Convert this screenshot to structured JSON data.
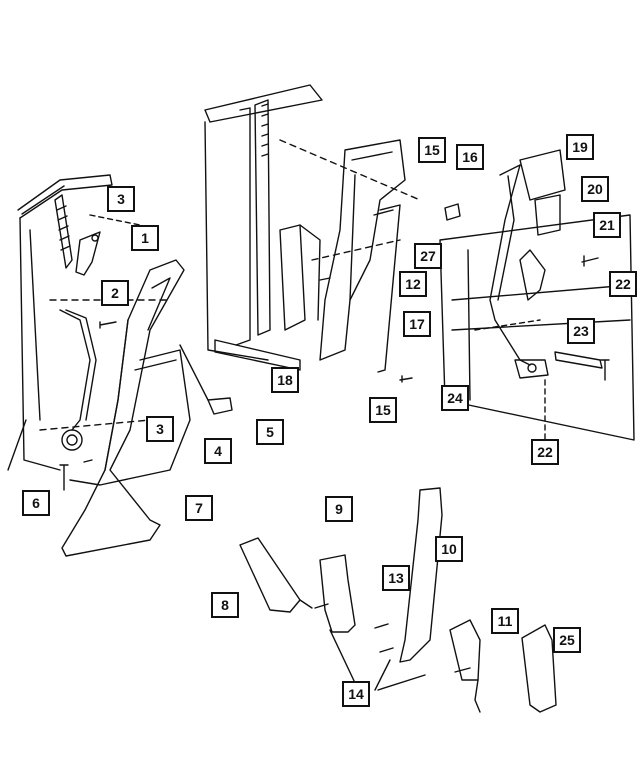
{
  "diagram": {
    "callouts": [
      {
        "id": "c1",
        "label": "1"
      },
      {
        "id": "c2",
        "label": "2"
      },
      {
        "id": "c3a",
        "label": "3"
      },
      {
        "id": "c3b",
        "label": "3"
      },
      {
        "id": "c4",
        "label": "4"
      },
      {
        "id": "c5",
        "label": "5"
      },
      {
        "id": "c6",
        "label": "6"
      },
      {
        "id": "c7",
        "label": "7"
      },
      {
        "id": "c8",
        "label": "8"
      },
      {
        "id": "c9",
        "label": "9"
      },
      {
        "id": "c10",
        "label": "10"
      },
      {
        "id": "c11",
        "label": "11"
      },
      {
        "id": "c12",
        "label": "12"
      },
      {
        "id": "c13",
        "label": "13"
      },
      {
        "id": "c14",
        "label": "14"
      },
      {
        "id": "c15a",
        "label": "15"
      },
      {
        "id": "c15b",
        "label": "15"
      },
      {
        "id": "c16",
        "label": "16"
      },
      {
        "id": "c17",
        "label": "17"
      },
      {
        "id": "c18",
        "label": "18"
      },
      {
        "id": "c19",
        "label": "19"
      },
      {
        "id": "c20",
        "label": "20"
      },
      {
        "id": "c21",
        "label": "21"
      },
      {
        "id": "c22a",
        "label": "22"
      },
      {
        "id": "c22b",
        "label": "22"
      },
      {
        "id": "c23",
        "label": "23"
      },
      {
        "id": "c24",
        "label": "24"
      },
      {
        "id": "c25",
        "label": "25"
      },
      {
        "id": "c27",
        "label": "27"
      }
    ],
    "colors": {
      "line": "#111111",
      "fill": "#ffffff"
    }
  }
}
